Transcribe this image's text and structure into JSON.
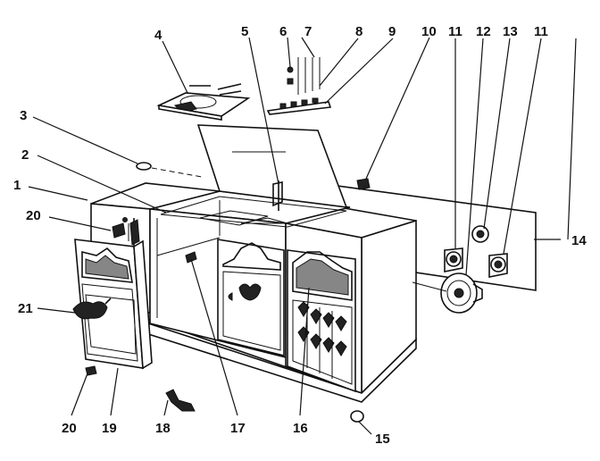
{
  "callouts": [
    {
      "id": "c1",
      "text": "1"
    },
    {
      "id": "c2",
      "text": "2"
    },
    {
      "id": "c3",
      "text": "3"
    },
    {
      "id": "c4",
      "text": "4"
    },
    {
      "id": "c5",
      "text": "5"
    },
    {
      "id": "c6",
      "text": "6"
    },
    {
      "id": "c7",
      "text": "7"
    },
    {
      "id": "c8",
      "text": "8"
    },
    {
      "id": "c9",
      "text": "9"
    },
    {
      "id": "c10",
      "text": "10"
    },
    {
      "id": "c11a",
      "text": "11"
    },
    {
      "id": "c12",
      "text": "12"
    },
    {
      "id": "c13",
      "text": "13"
    },
    {
      "id": "c11b",
      "text": "11"
    },
    {
      "id": "c14",
      "text": "14"
    },
    {
      "id": "c15",
      "text": "15"
    },
    {
      "id": "c16",
      "text": "16"
    },
    {
      "id": "c17",
      "text": "17"
    },
    {
      "id": "c18",
      "text": "18"
    },
    {
      "id": "c19",
      "text": "19"
    },
    {
      "id": "c20a",
      "text": "20"
    },
    {
      "id": "c20b",
      "text": "20"
    },
    {
      "id": "c21",
      "text": "21"
    }
  ]
}
